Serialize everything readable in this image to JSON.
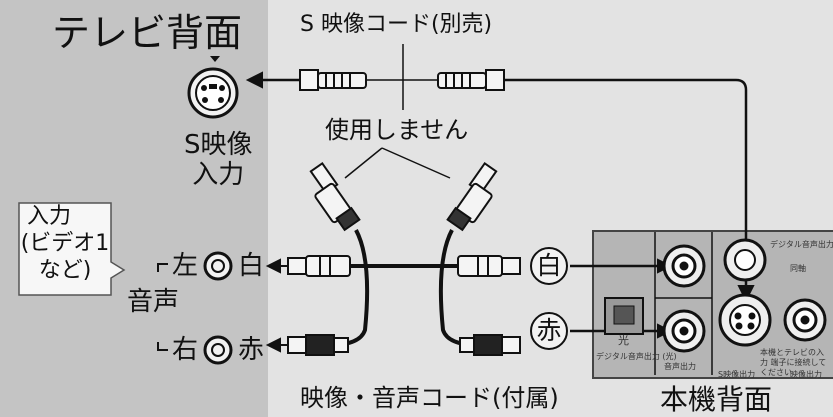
{
  "tv_back": {
    "title": "テレビ背面",
    "svideo_input_line1": "S映像",
    "svideo_input_line2": "入力",
    "callout_line1": "入力",
    "callout_line2": "(ビデオ1",
    "callout_line3": "など)",
    "audio_label": "音声",
    "left_label": "左",
    "right_label": "右",
    "white_label": "白",
    "red_label": "赤"
  },
  "cables": {
    "svideo_cable": "S 映像コード(別売)",
    "not_used": "使用しません",
    "av_cable": "映像・音声コード(付属)"
  },
  "unit_back": {
    "title": "本機背面",
    "white_label": "白",
    "red_label": "赤",
    "optical_label": "光",
    "audio_out_label": "音声出力",
    "optical_panel_text": "デジタル音声出力 (光)",
    "digital_audio_text": "デジタル音声出力",
    "coax_text": "同軸",
    "tv_connect_text": "本機とテレビの入力 端子に接続してください",
    "svideo_out_text": "S映像出力",
    "video_out_text": "映像出力"
  },
  "colors": {
    "tv_panel": "#c4c4c4",
    "background": "#e3e3e3",
    "unit_panel": "#b5b5b5",
    "ink": "#111111"
  }
}
